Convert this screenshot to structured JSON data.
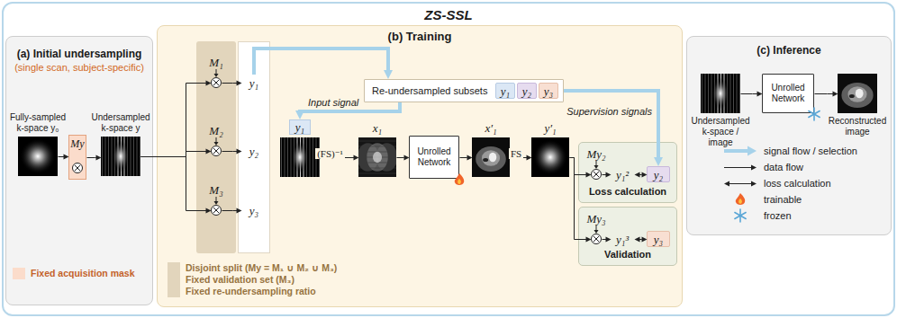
{
  "diagram": {
    "nodes": [
      {
        "text": [
          "ZS-SSL"
        ]
      },
      {
        "text": [
          "(a) Initial undersampling",
          "(single scan, subject-specific)"
        ],
        "in": 0
      },
      {
        "text": [
          "Fully-sampled k-space y₀"
        ],
        "in": 1
      },
      {
        "text": [
          "My"
        ],
        "in": 1
      },
      {
        "text": [
          "Undersampled k-space y"
        ],
        "in": 1
      },
      {
        "text": [
          "(b) Training"
        ],
        "in": 0
      },
      {
        "text": [
          "M₁"
        ],
        "in": 5
      },
      {
        "text": [
          "M₂"
        ],
        "in": 5
      },
      {
        "text": [
          "M₃"
        ],
        "in": 5
      },
      {
        "text": [
          "y₁"
        ],
        "in": 5
      },
      {
        "text": [
          "y₂"
        ],
        "in": 5
      },
      {
        "text": [
          "y₃"
        ],
        "in": 5
      },
      {
        "text": [
          "Re-undersampled subsets"
        ],
        "in": 5
      },
      {
        "text": [
          "y₁"
        ],
        "in": 12
      },
      {
        "text": [
          "y₂"
        ],
        "in": 12
      },
      {
        "text": [
          "y₃"
        ],
        "in": 12
      },
      {
        "text": [
          "y₁"
        ],
        "in": 5
      },
      {
        "text": [
          "x₁"
        ],
        "in": 5
      },
      {
        "text": [
          "Unrolled Network"
        ],
        "in": 5
      },
      {
        "text": [
          "x′₁"
        ],
        "in": 5
      },
      {
        "text": [
          "y′₁"
        ],
        "in": 5
      },
      {
        "text": [
          "Loss calculation"
        ],
        "in": 5
      },
      {
        "text": [
          "My₂"
        ],
        "in": 21
      },
      {
        "text": [
          "y₁²"
        ],
        "in": 21
      },
      {
        "text": [
          "y₂"
        ],
        "in": 21
      },
      {
        "text": [
          "Validation"
        ],
        "in": 5
      },
      {
        "text": [
          "My₃"
        ],
        "in": 25
      },
      {
        "text": [
          "y₁³"
        ],
        "in": 25
      },
      {
        "text": [
          "y₃"
        ],
        "in": 25
      },
      {
        "text": [
          "(c) Inference"
        ],
        "in": 0
      },
      {
        "text": [
          "Undersampled k-space / image"
        ],
        "in": 29
      },
      {
        "text": [
          "Unrolled Network"
        ],
        "in": 29
      },
      {
        "text": [
          "Reconstructed image"
        ],
        "in": 29
      }
    ],
    "edges": [
      {
        "from": 2,
        "to": 3,
        "arrow": "to"
      },
      {
        "from": 3,
        "to": 4,
        "arrow": "to"
      },
      {
        "from": 4,
        "to": 6,
        "arrow": "to"
      },
      {
        "from": 4,
        "to": 7,
        "arrow": "to"
      },
      {
        "from": 4,
        "to": 8,
        "arrow": "to"
      },
      {
        "from": 6,
        "to": 9,
        "arrow": "to"
      },
      {
        "from": 7,
        "to": 10,
        "arrow": "to"
      },
      {
        "from": 8,
        "to": 11,
        "arrow": "to"
      },
      {
        "from": 9,
        "to": 12,
        "arrow": "to"
      },
      {
        "from": 12,
        "to": 16,
        "arrow": "to"
      },
      {
        "from": 12,
        "to": 24,
        "arrow": "to"
      },
      {
        "from": 16,
        "to": 17,
        "arrow": "to",
        "label": "(FS)⁻¹"
      },
      {
        "from": 17,
        "to": 18,
        "arrow": "to"
      },
      {
        "from": 18,
        "to": 19,
        "arrow": "to"
      },
      {
        "from": 19,
        "to": 20,
        "arrow": "to",
        "label": "FS"
      },
      {
        "from": 20,
        "to": 22,
        "arrow": "to"
      },
      {
        "from": 22,
        "to": 23,
        "arrow": "to"
      },
      {
        "from": 23,
        "to": 24,
        "arrow": "both"
      },
      {
        "from": 20,
        "to": 26,
        "arrow": "to"
      },
      {
        "from": 26,
        "to": 27,
        "arrow": "to"
      },
      {
        "from": 27,
        "to": 28,
        "arrow": "both"
      },
      {
        "from": 30,
        "to": 31,
        "arrow": "to"
      },
      {
        "from": 31,
        "to": 32,
        "arrow": "to"
      }
    ],
    "labels": [
      "Input signal",
      "Supervision signals"
    ],
    "legend": [
      {
        "text": "Fixed acquisition mask",
        "color": "#fbdccb"
      },
      {
        "text": "Disjoint split (My = M₁ ∪ M₂ ∪ M₃)",
        "color": "#e2d5bc"
      },
      {
        "text": "Fixed validation set (M₃)",
        "color": "#e2d5bc"
      },
      {
        "text": "Fixed re-undersampling ratio",
        "color": "#e2d5bc"
      },
      {
        "text": "signal flow / selection"
      },
      {
        "text": "data flow"
      },
      {
        "text": "loss calculation"
      },
      {
        "text": "trainable"
      },
      {
        "text": "frozen"
      }
    ]
  }
}
